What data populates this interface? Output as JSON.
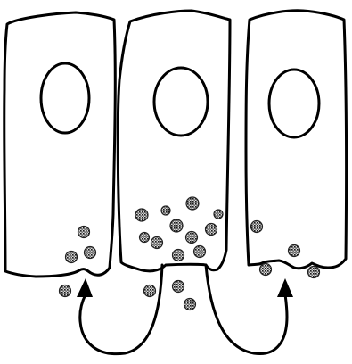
{
  "diagram": {
    "cells": [
      {
        "id": "left-cell",
        "granules": 3
      },
      {
        "id": "center-cell",
        "granules": 11
      },
      {
        "id": "right-cell",
        "granules": 4
      }
    ],
    "extracellular_granules": 4,
    "arrows": [
      {
        "from": "center-cell",
        "to": "left-cell"
      },
      {
        "from": "center-cell",
        "to": "right-cell"
      }
    ],
    "colors": {
      "stroke": "#000000",
      "background": "#ffffff",
      "granule_fill": "#d8d8d8",
      "granule_dot": "#1a1a1a"
    }
  }
}
